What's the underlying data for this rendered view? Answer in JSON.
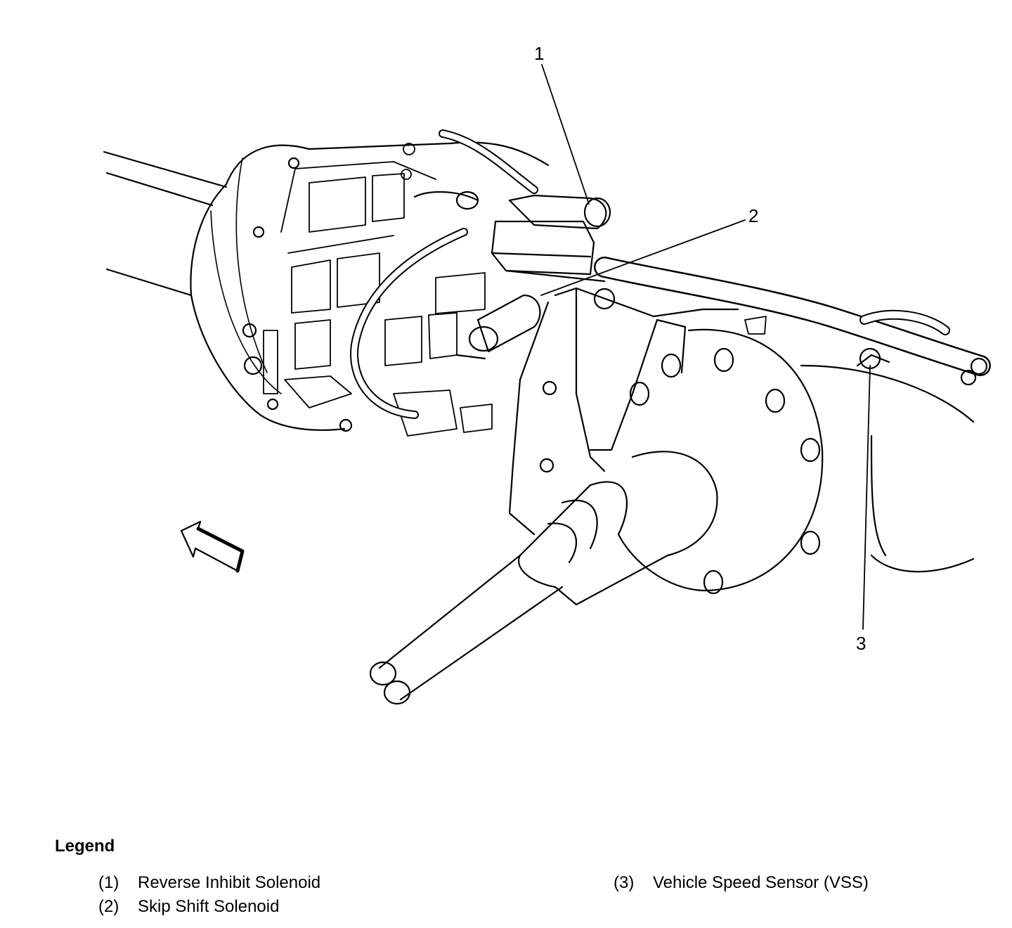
{
  "callouts": {
    "c1": "1",
    "c2": "2",
    "c3": "3"
  },
  "legend": {
    "title": "Legend",
    "items": [
      {
        "number": "(1)",
        "label": "Reverse Inhibit Solenoid"
      },
      {
        "number": "(2)",
        "label": "Skip Shift Solenoid"
      },
      {
        "number": "(3)",
        "label": "Vehicle Speed Sensor (VSS)"
      }
    ]
  }
}
